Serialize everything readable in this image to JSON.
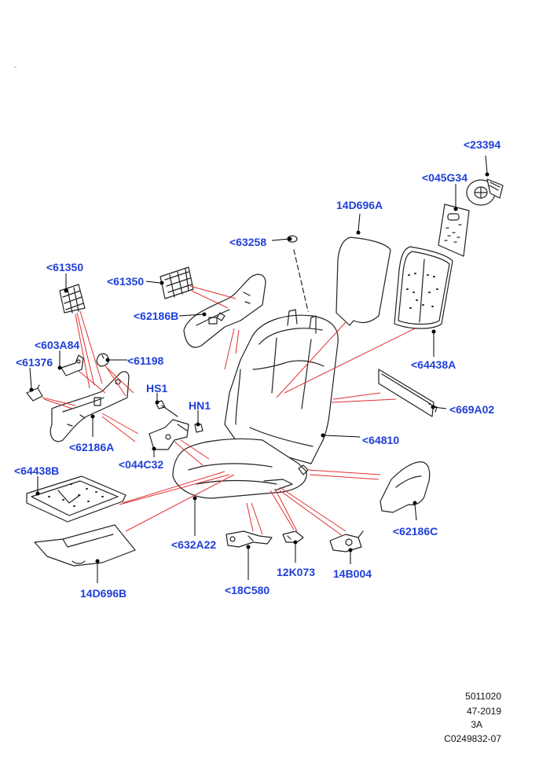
{
  "colors": {
    "label": "#1f3fd8",
    "callout": "#e23030",
    "leader": "#000000",
    "outline": "#222222"
  },
  "labels": {
    "p23394": "<23394",
    "p045G34": "<045G34",
    "p14D696A": "14D696A",
    "p63258": "<63258",
    "p61350a": "<61350",
    "p61350b": "<61350",
    "p62186B": "<62186B",
    "p603A84": "<603A84",
    "p61376": "<61376",
    "p61198": "<61198",
    "p64438A": "<64438A",
    "pHS1": "HS1",
    "pHN1": "HN1",
    "p669A02": "<669A02",
    "p62186A": "<62186A",
    "p64810": "<64810",
    "p044C32": "<044C32",
    "p64438B": "<64438B",
    "p62186C": "<62186C",
    "p632A22": "<632A22",
    "p12K073": "12K073",
    "p14B004": "14B004",
    "p18C580": "<18C580",
    "p14D696B": "14D696B"
  },
  "footer": {
    "line1": "5011020",
    "line2": "47-2019",
    "line3": "3A",
    "line4": "C0249832-07"
  }
}
